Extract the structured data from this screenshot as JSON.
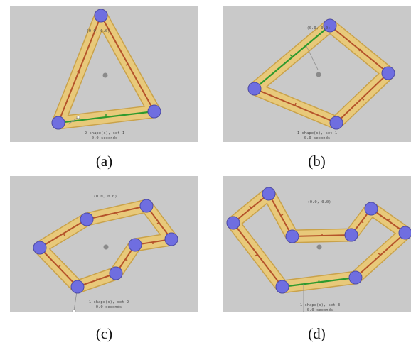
{
  "figure": {
    "panels": [
      {
        "id": "a",
        "caption": "(a)",
        "coord_label": "(0.0, 0.0)",
        "status_line1": "2 shape(s), set 1",
        "status_line2": "0.0 seconds"
      },
      {
        "id": "b",
        "caption": "(b)",
        "coord_label": "(0.0, 0.0)",
        "status_line1": "1 shape(s), set 1",
        "status_line2": "0.0 seconds"
      },
      {
        "id": "c",
        "caption": "(c)",
        "coord_label": "(0.0, 0.0)",
        "status_line1": "1 shape(s), set 2",
        "status_line2": "0.0 seconds"
      },
      {
        "id": "d",
        "caption": "(d)",
        "coord_label": "(0.0, 0.0)",
        "status_line1": "1 shape(s), set 3",
        "status_line2": "0.0 seconds"
      }
    ],
    "colors": {
      "background": "#c9c9c9",
      "band_fill": "#e8c97a",
      "band_stroke": "#c9a24a",
      "link": "#b5532a",
      "active_link": "#2e9a2e",
      "joint": "#6f6ee0",
      "center_dot": "#8a8a8a"
    }
  }
}
